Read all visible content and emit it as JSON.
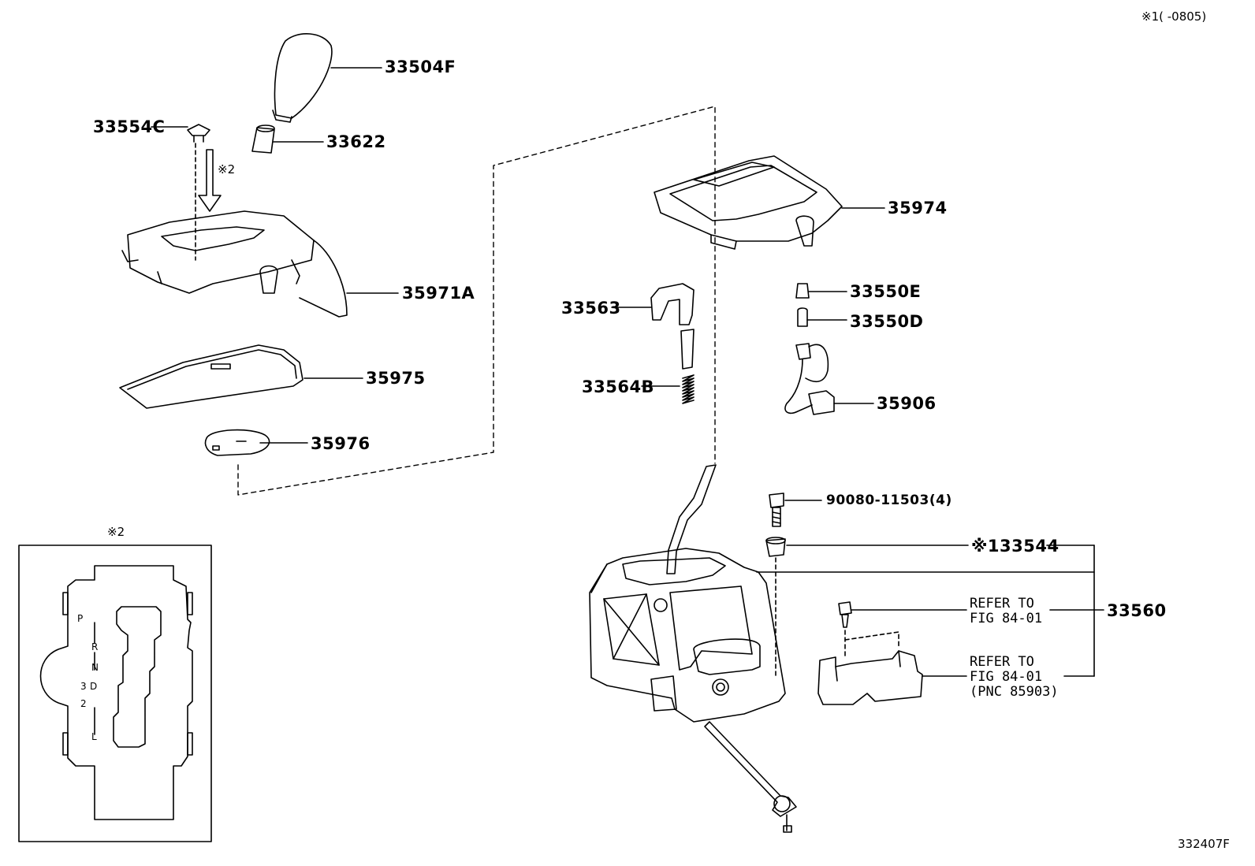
{
  "header_note": "※1(     -0805)",
  "figure_code": "332407F",
  "parts": {
    "p33504F": "33504F",
    "p33554C": "33554C",
    "p33622": "33622",
    "note2_arrow": "※2",
    "p35971A": "35971A",
    "p35975": "35975",
    "p35976": "35976",
    "p35974": "35974",
    "p33563": "33563",
    "p33564B": "33564B",
    "p33550E": "33550E",
    "p33550D": "33550D",
    "p35906": "35906",
    "p90080": "90080-11503(4)",
    "p33544": "※133544",
    "p33560": "33560"
  },
  "refer1": [
    "REFER TO",
    "FIG 84-01"
  ],
  "refer2": [
    "REFER TO",
    "FIG 84-01",
    "(PNC 85903)"
  ],
  "inset": {
    "title": "※2",
    "gates": [
      "P",
      "R",
      "N",
      "D",
      "3",
      "2",
      "L"
    ]
  }
}
